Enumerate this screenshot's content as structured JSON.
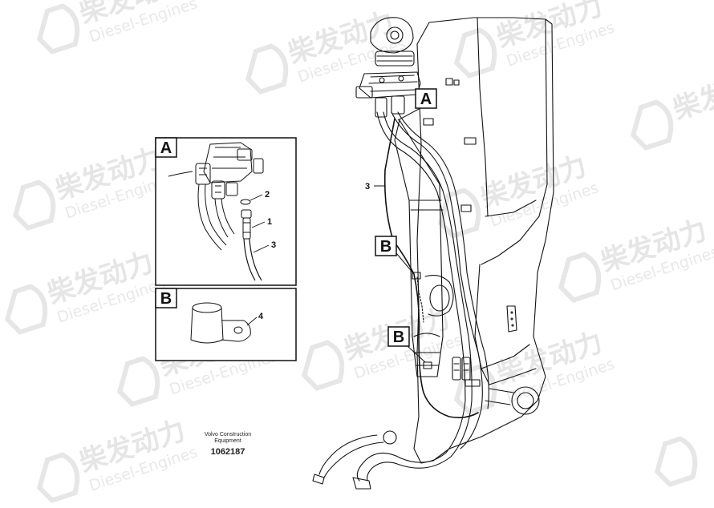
{
  "watermark": {
    "brand_cn": "柴发动力",
    "brand_en": "Diesel-Engines"
  },
  "callouts": {
    "A": "A",
    "B": "B"
  },
  "detail_a": {
    "label": "A",
    "parts": [
      "2",
      "1",
      "3"
    ]
  },
  "detail_b": {
    "label": "B",
    "parts": [
      "4"
    ]
  },
  "main_view": {
    "hose_label": "3"
  },
  "caption": {
    "manufacturer_line1": "Volvo Construction",
    "manufacturer_line2": "Equipment",
    "drawing_number": "1062187"
  }
}
